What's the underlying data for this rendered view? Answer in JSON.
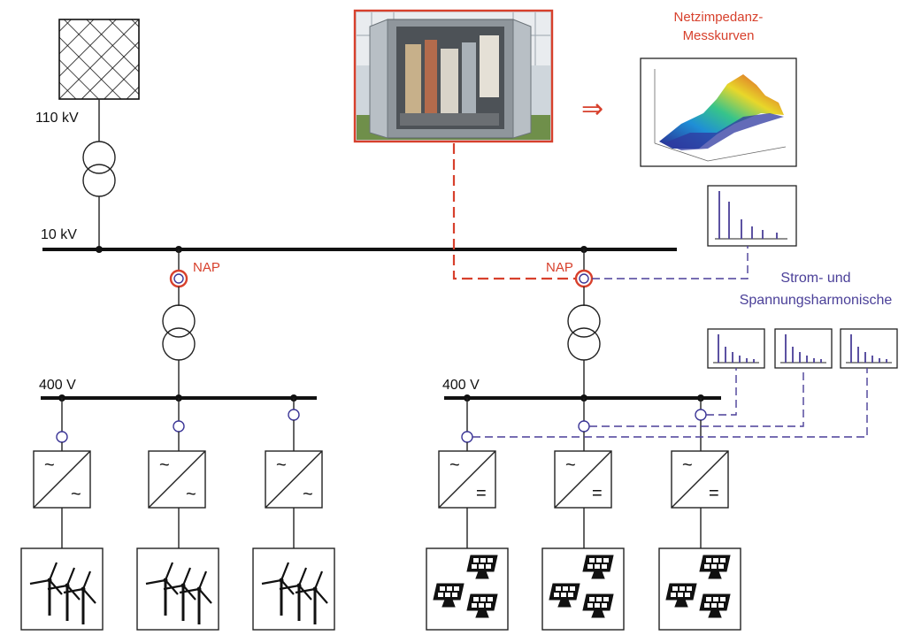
{
  "diagram": {
    "voltage_110": "110 kV",
    "voltage_10": "10 kV",
    "voltage_400_left": "400 V",
    "voltage_400_right": "400 V",
    "nap_left": "NAP",
    "nap_right": "NAP",
    "impedance_title_line1": "Netzimpedanz-",
    "impedance_title_line2": "Messkurven",
    "harmonics_line1": "Strom- und",
    "harmonics_line2": "Spannungsharmonische",
    "arrow_symbol": "⇒",
    "inverter_ac_symbol": "~",
    "inverter_dc_symbol": "="
  },
  "colors": {
    "accent_red": "#d7402c",
    "accent_blue": "#4a3f98",
    "line_black": "#111111"
  },
  "icons": [
    "grid-hatch-icon",
    "transformer-icon",
    "inverter-icon",
    "wind-turbine-icon",
    "solar-panel-icon",
    "spectrum-chart-icon",
    "photo-container-icon",
    "3d-surface-plot-icon"
  ]
}
